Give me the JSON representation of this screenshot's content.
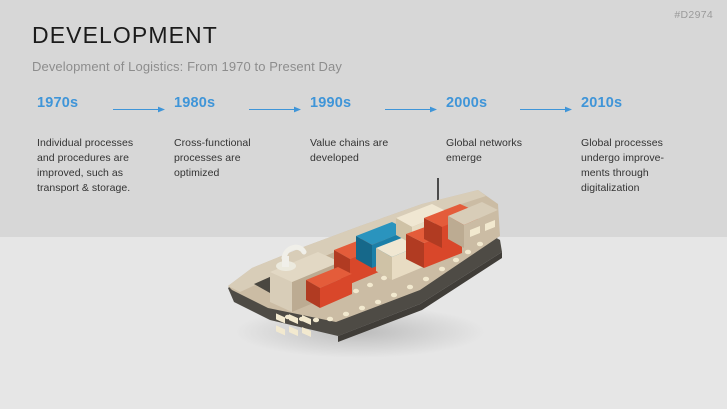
{
  "slide": {
    "corner_tag": "#D2974",
    "title": "DEVELOPMENT",
    "subtitle": "Development of Logistics: From 1970 to Present Day",
    "colors": {
      "band_top": "#d7d7d7",
      "band_bottom": "#e6e6e6",
      "accent_blue": "#3f95d8",
      "title_text": "#1b1b1b",
      "subtitle_text": "#8d8d8d",
      "body_text": "#333333",
      "tag_text": "#9a9a9a"
    }
  },
  "timeline": {
    "steps": [
      {
        "decade": "1970s",
        "description": "Individual processes and procedures are improved, such as transport & storage."
      },
      {
        "decade": "1980s",
        "description": "Cross-functional processes are optimized"
      },
      {
        "decade": "1990s",
        "description": "Value chains are developed"
      },
      {
        "decade": "2000s",
        "description": "Global networks emerge"
      },
      {
        "decade": "2010s",
        "description": "Global processes undergo improve-ments through digitalization"
      }
    ],
    "arrow_count": 4
  },
  "illustration": {
    "name": "container-ship",
    "colors": {
      "hull": "#4e4b45",
      "hull_dark": "#403d38",
      "deck": "#cbbca4",
      "deck_light": "#d8cdb8",
      "deck_shadow": "#b6a68d",
      "container_red": "#d9472a",
      "container_red_dark": "#b13b22",
      "container_blue": "#1b7fa8",
      "container_blue_dark": "#16688a",
      "container_cream": "#e8dcc3",
      "container_cream_dark": "#cfc2a6",
      "porthole": "#f2e9cf",
      "mast": "#4a4a4a"
    }
  }
}
